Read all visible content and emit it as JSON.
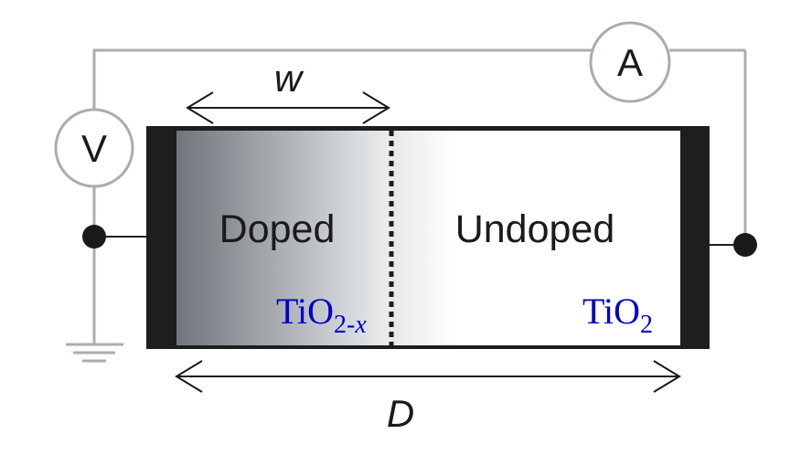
{
  "labels": {
    "width_symbol": "w",
    "length_symbol": "D",
    "voltmeter": "V",
    "ammeter": "A",
    "doped_region": "Doped",
    "undoped_region": "Undoped",
    "doped_material_base": "TiO",
    "doped_material_subscript_num": "2-",
    "doped_material_subscript_var": "x",
    "undoped_material_base": "TiO",
    "undoped_material_subscript": "2"
  },
  "colors": {
    "wire": "#a9adb0",
    "electrode": "#1e1e1e",
    "material_text": "#0000c8",
    "region_text": "#1a1a1a",
    "doped_dark": "#70757b",
    "node": "#1a1a1a"
  }
}
